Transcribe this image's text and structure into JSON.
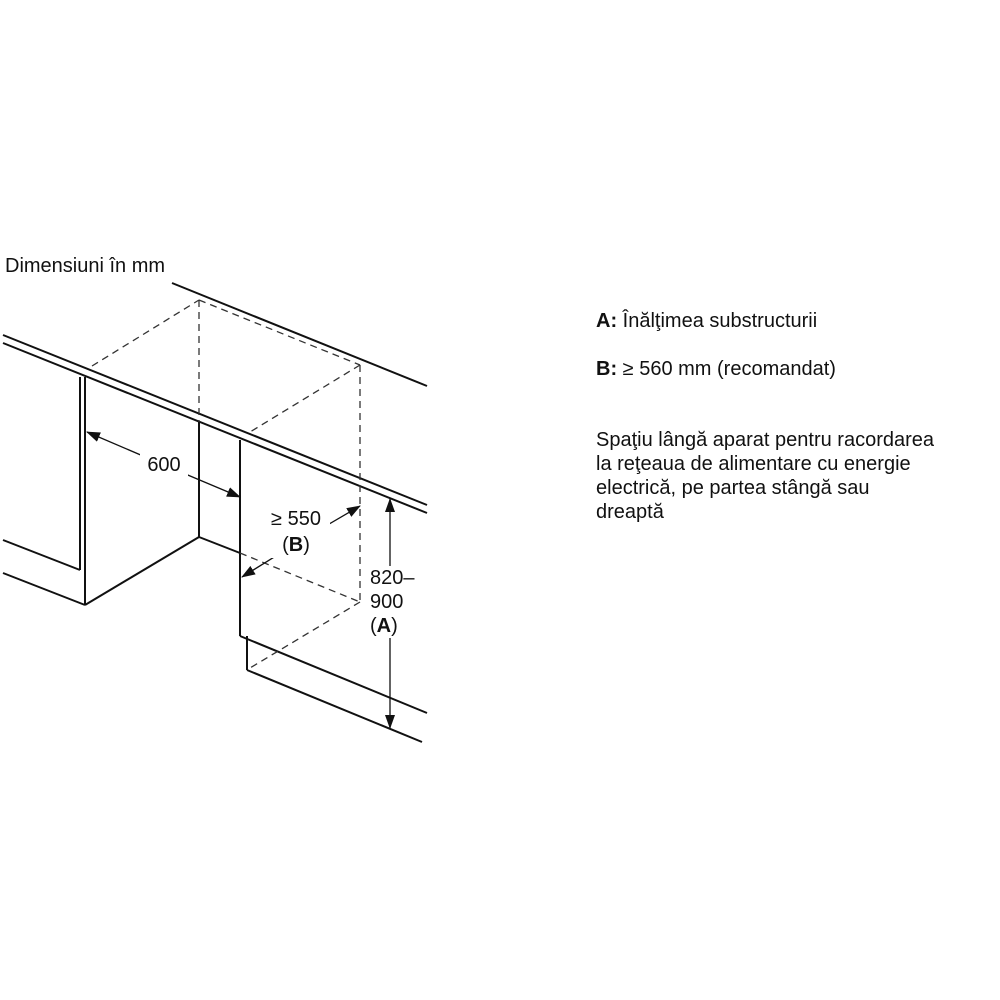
{
  "caption": "Dimensiuni în mm",
  "dimensions": {
    "width": "600",
    "depth_value": "≥ 550",
    "depth_label": "B",
    "height_value_line1": "820–",
    "height_value_line2": "900",
    "height_label": "A"
  },
  "legend": {
    "a_key": "A:",
    "a_text": "Înălţimea substructurii",
    "b_key": "B:",
    "b_text": "≥ 560 mm (recomandat)",
    "note_lines": [
      "Spaţiu lângă aparat pentru racordarea",
      "la reţeaua de alimentare cu energie",
      "electrică, pe partea stângă sau",
      "dreaptă"
    ]
  }
}
